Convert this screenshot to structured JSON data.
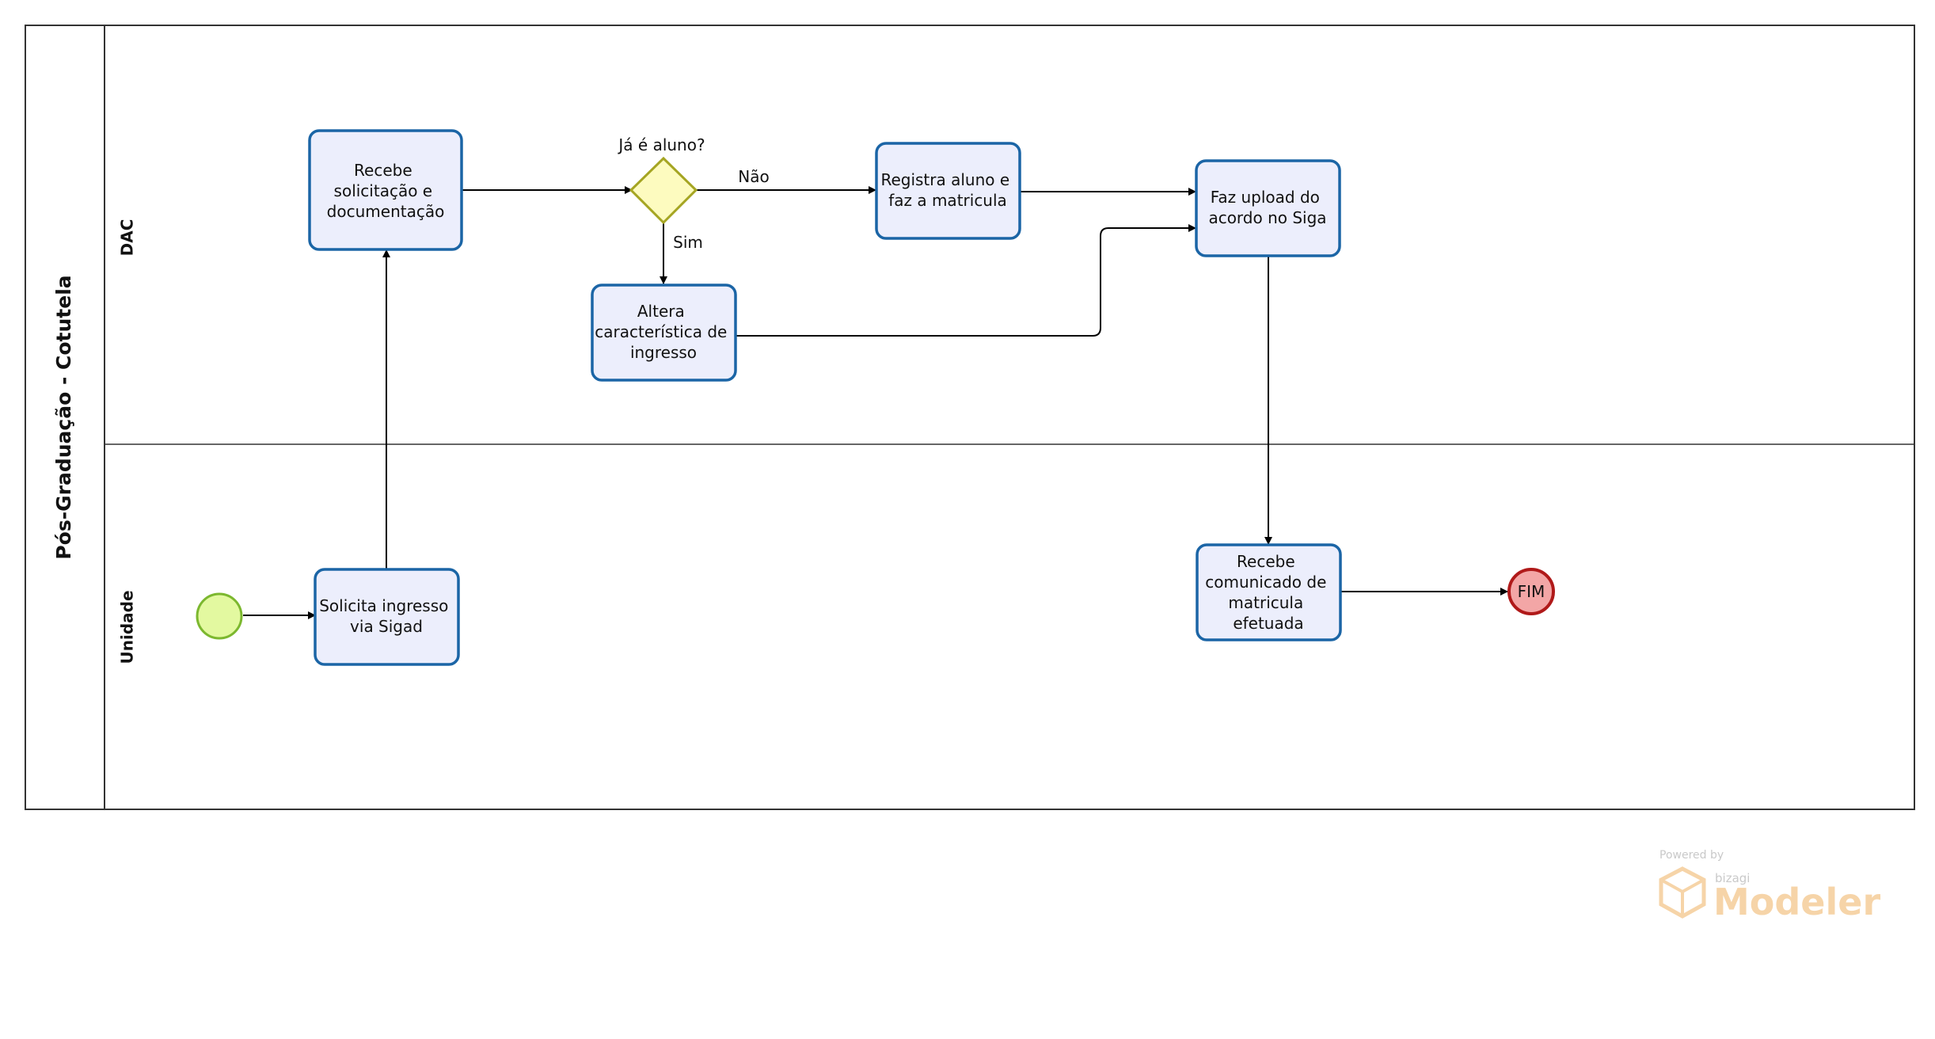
{
  "pool": {
    "title": "Pós-Graduação  -  Cotutela"
  },
  "lanes": {
    "dac": "DAC",
    "unidade": "Unidade"
  },
  "tasks": {
    "recebe_solicitacao": [
      "Recebe",
      "solicitação e",
      "documentação"
    ],
    "altera_caracteristica": [
      "Altera",
      "característica de",
      "ingresso"
    ],
    "registra_aluno": [
      "Registra aluno e",
      "faz a matricula"
    ],
    "faz_upload": [
      "Faz upload do",
      "acordo no Siga"
    ],
    "solicita_ingresso": [
      "Solicita ingresso",
      "via Sigad"
    ],
    "recebe_comunicado": [
      "Recebe",
      "comunicado de",
      "matricula",
      "efetuada"
    ]
  },
  "gateway": {
    "question": "Já é aluno?",
    "no_label": "Não",
    "yes_label": "Sim"
  },
  "events": {
    "end_label": "FIM"
  },
  "colors": {
    "task_fill": "#eceefc",
    "task_stroke": "#1b65a6",
    "gateway_fill": "#fdfbbf",
    "gateway_stroke": "#a5a522",
    "start_fill": "#e3f9a0",
    "start_stroke": "#7cb82f",
    "end_fill": "#f3a6a6",
    "end_stroke": "#b01919"
  },
  "watermark": {
    "powered_by": "Powered by",
    "brand": "bizagi",
    "product": "Modeler"
  }
}
